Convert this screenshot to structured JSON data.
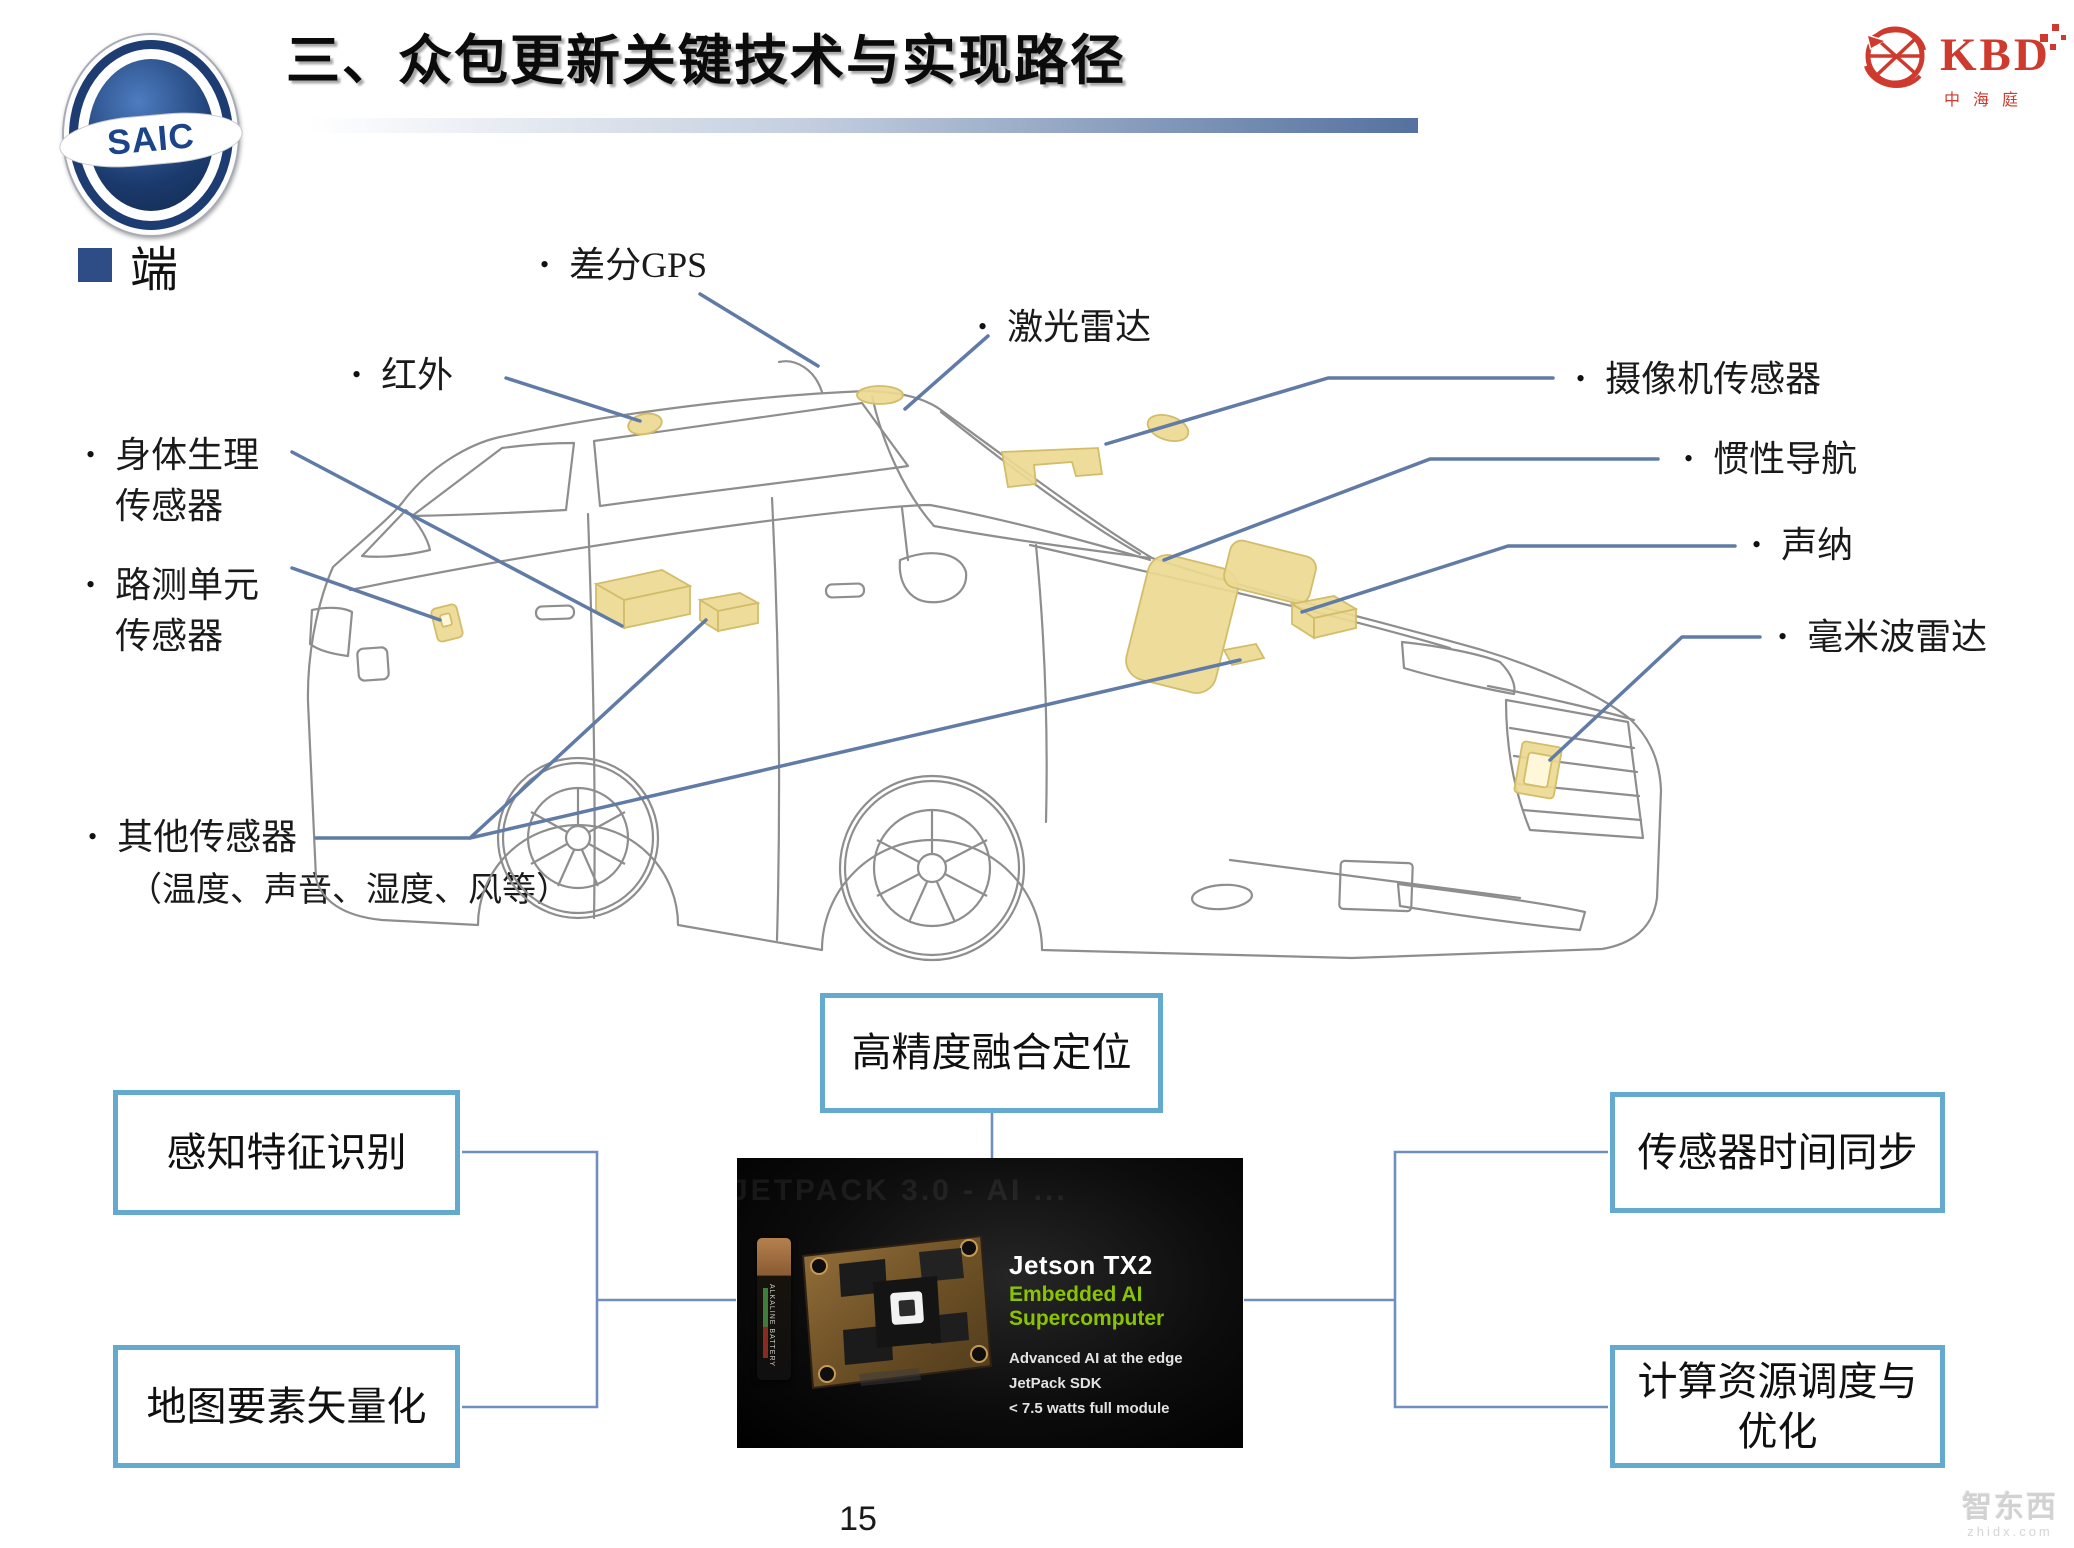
{
  "header": {
    "title": "三、众包更新关键技术与实现路径",
    "saic_logo_text": "SAIC",
    "kbd_logo_text": "KBD",
    "kbd_logo_subtext": "中海庭"
  },
  "section_marker": {
    "label": "端"
  },
  "sensor_labels": {
    "dgps": "差分GPS",
    "lidar": "激光雷达",
    "infrared": "红外",
    "camera": "摄像机传感器",
    "imu": "惯性导航",
    "sonar": "声纳",
    "mmwave": "毫米波雷达",
    "body_line1": "身体生理",
    "body_line2": "传感器",
    "rsu_line1": "路测单元",
    "rsu_line2": "传感器",
    "other_line1": "其他传感器",
    "other_line2": "（温度、声音、湿度、风等）"
  },
  "tech_boxes": {
    "fusion": "高精度融合定位",
    "perception": "感知特征识别",
    "map_vector": "地图要素矢量化",
    "time_sync": "传感器时间同步",
    "compute": "计算资源调度与优化"
  },
  "jetson": {
    "faded_bg_text": "JETPACK 3.0 - AI ...",
    "product": "Jetson TX2",
    "tagline": "Embedded AI Supercomputer",
    "feature1": "Advanced AI at the edge",
    "feature2": "JetPack SDK",
    "feature3": "< 7.5 watts full module",
    "battery_text": "ALKALINE BATTERY"
  },
  "footer": {
    "page_number": "15",
    "watermark": "智东西",
    "watermark_domain": "zhidx.com"
  },
  "colors": {
    "box_border": "#64aace",
    "connector": "#5f7ba6",
    "sensor_highlight": "#edd992",
    "brand_red": "#cf3a2e",
    "logo_navy": "#1d3c72",
    "nvidia_green": "#8ac400"
  }
}
